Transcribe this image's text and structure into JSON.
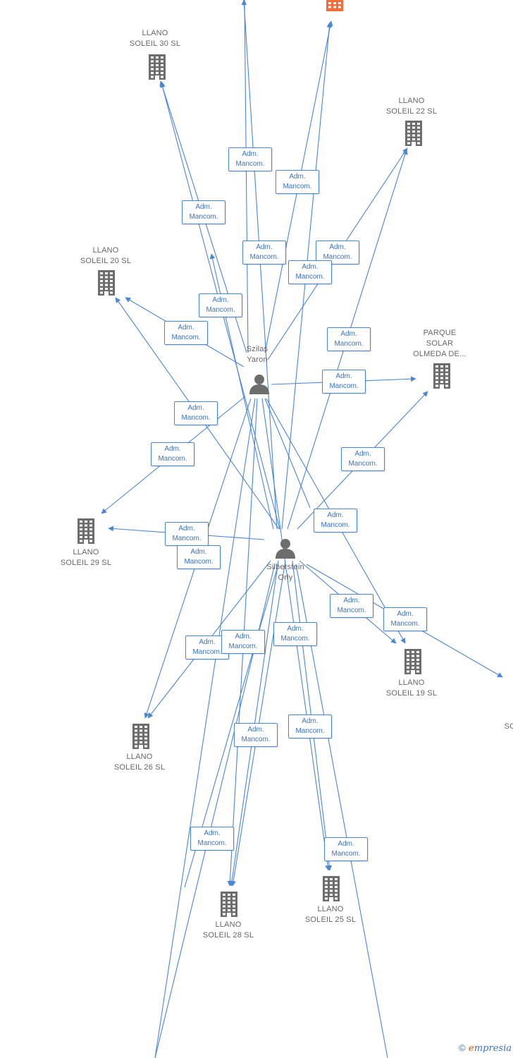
{
  "colors": {
    "edge": "#4a86d8",
    "company_icon": "#6d6d6d",
    "company_highlight": "#f26b3a",
    "person_icon": "#6d6d6d"
  },
  "people": [
    {
      "id": "szilas",
      "name": "Szilas\nYaron"
    },
    {
      "id": "silberstein",
      "name": "Silberstein\nOrly"
    }
  ],
  "companies": [
    {
      "id": "top",
      "name": "",
      "highlight": true
    },
    {
      "id": "s30",
      "name": "LLANO\nSOLEIL 30 SL"
    },
    {
      "id": "s22",
      "name": "LLANO\nSOLEIL 22 SL"
    },
    {
      "id": "s20",
      "name": "LLANO\nSOLEIL 20 SL"
    },
    {
      "id": "parque",
      "name": "PARQUE\nSOLAR\nOLMEDA DE..."
    },
    {
      "id": "s29",
      "name": "LLANO\nSOLEIL 29 SL"
    },
    {
      "id": "s19",
      "name": "LLANO\nSOLEIL 19 SL"
    },
    {
      "id": "cut",
      "name": "C\nSON"
    },
    {
      "id": "s26",
      "name": "LLANO\nSOLEIL 26 SL"
    },
    {
      "id": "s28",
      "name": "LLANO\nSOLEIL 28 SL"
    },
    {
      "id": "s25",
      "name": "LLANO\nSOLEIL 25 SL"
    }
  ],
  "relation_label": "Adm.\nMancom.",
  "footer": {
    "copyright": "©",
    "brand_initial": "e",
    "brand_rest": "mpresia"
  }
}
